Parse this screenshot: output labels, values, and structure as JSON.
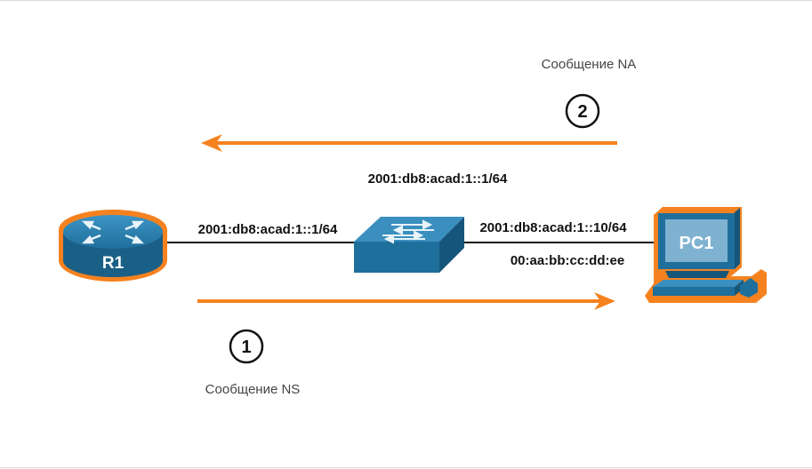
{
  "messages": {
    "na_label": "Сообщение NA",
    "na_step": "2",
    "ns_label": "Сообщение NS",
    "ns_step": "1"
  },
  "devices": {
    "router": "R1",
    "pc": "PC1"
  },
  "addresses": {
    "router_ipv6": "2001:db8:acad:1::1/64",
    "target_ipv6": "2001:db8:acad:1::1/64",
    "pc_ipv6": "2001:db8:acad:1::10/64",
    "pc_mac": "00:aa:bb:cc:dd:ee"
  },
  "colors": {
    "arrow": "#f5821f",
    "device_blue": "#1f6f9c",
    "outline": "#f5821f"
  }
}
